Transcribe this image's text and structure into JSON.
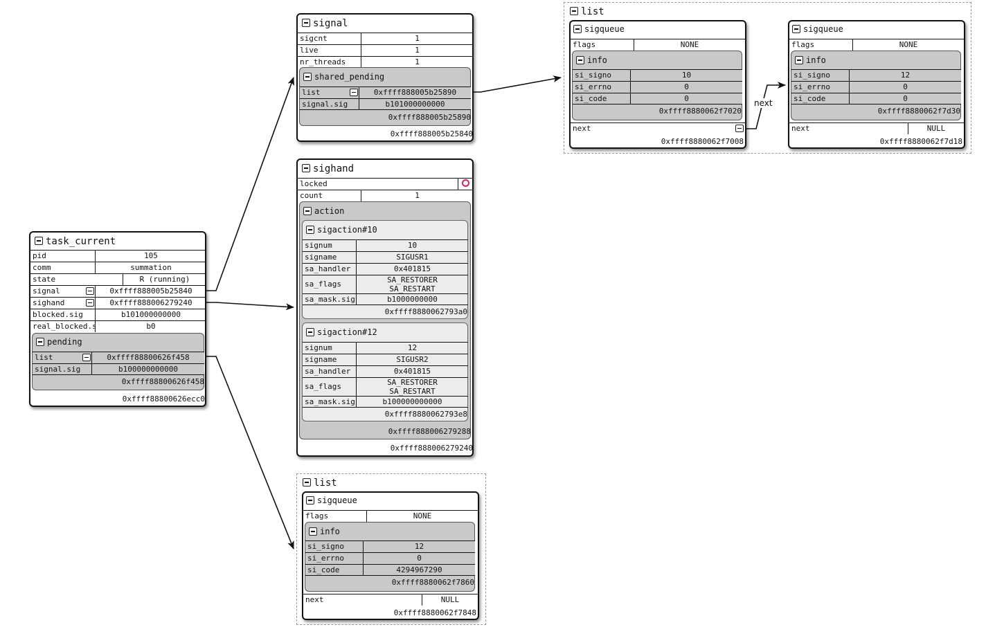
{
  "task": {
    "title": "task_current",
    "fields": [
      {
        "k": "pid",
        "v": "105"
      },
      {
        "k": "comm",
        "v": "summation"
      },
      {
        "k": "state",
        "v": "R (running)"
      },
      {
        "k": "signal",
        "v": "0xffff888005b25840"
      },
      {
        "k": "sighand",
        "v": "0xffff8880062​79240"
      },
      {
        "k": "blocked.sig",
        "v": "b101000000000"
      },
      {
        "k": "real_blocked.s",
        "v": "b0"
      }
    ],
    "pending": {
      "title": "pending",
      "list": {
        "k": "list",
        "v": "0xffff88800626f458"
      },
      "sig": {
        "k": "signal.sig",
        "v": "b100000000000"
      },
      "addr": "0xffff88800626f458"
    },
    "addr": "0xffff88800626ecc0"
  },
  "signal": {
    "title": "signal",
    "fields": [
      {
        "k": "sigcnt",
        "v": "1"
      },
      {
        "k": "live",
        "v": "1"
      },
      {
        "k": "nr_threads",
        "v": "1"
      }
    ],
    "shared": {
      "title": "shared_pending",
      "list": {
        "k": "list",
        "v": "0xffff888005b25890"
      },
      "sig": {
        "k": "signal.sig",
        "v": "b101000000000"
      },
      "addr": "0xffff888005b25890"
    },
    "addr": "0xffff888005b25840"
  },
  "sighand": {
    "title": "sighand",
    "locked": "locked",
    "count": {
      "k": "count",
      "v": "1"
    },
    "action_title": "action",
    "actions": [
      {
        "title": "sigaction#10",
        "signum": "10",
        "signame": "SIGUSR1",
        "sa_handler": "0x401815",
        "flags1": "SA_RESTORER",
        "flags2": "SA_RESTART",
        "mask": "b1000000000",
        "addr": "0xffff8880062793a0"
      },
      {
        "title": "sigaction#12",
        "signum": "12",
        "signame": "SIGUSR2",
        "sa_handler": "0x401815",
        "flags1": "SA_RESTORER",
        "flags2": "SA_RESTART",
        "mask": "b100000000000",
        "addr": "0xffff8880062793e8"
      }
    ],
    "labels": {
      "signum": "signum",
      "signame": "signame",
      "sa_handler": "sa_handler",
      "sa_flags": "sa_flags",
      "sa_mask": "sa_mask.sig"
    },
    "action_addr": "0xffff888006279288",
    "addr": "0xffff888006279240"
  },
  "list_top": {
    "title": "list",
    "queues": [
      {
        "title": "sigqueue",
        "flags": "NONE",
        "info_title": "info",
        "si_signo": "10",
        "si_errno": "0",
        "si_code": "0",
        "info_addr": "0xffff8880062f7020",
        "next": "",
        "addr": "0xffff8880062f7008"
      },
      {
        "title": "sigqueue",
        "flags": "NONE",
        "info_title": "info",
        "si_signo": "12",
        "si_errno": "0",
        "si_code": "0",
        "info_addr": "0xffff8880062f7d30",
        "next": "NULL",
        "addr": "0xffff8880062f7d18"
      }
    ],
    "next_label": "next"
  },
  "list_bottom": {
    "title": "list",
    "queue": {
      "title": "sigqueue",
      "flags": "NONE",
      "info_title": "info",
      "si_signo": "12",
      "si_errno": "0",
      "si_code": "4294967290",
      "info_addr": "0xffff8880062f7860",
      "next": "NULL",
      "addr": "0xffff8880062f7848"
    }
  },
  "labels": {
    "flags": "flags",
    "si_signo": "si_signo",
    "si_errno": "si_errno",
    "si_code": "si_code",
    "next": "next"
  }
}
